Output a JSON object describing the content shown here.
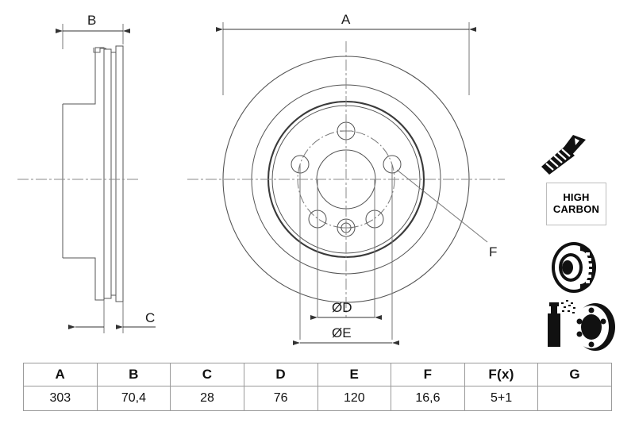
{
  "drawing": {
    "title_labels": {
      "a": "A",
      "b": "B",
      "c": "C",
      "f": "F",
      "d_dia": "ØD",
      "e_dia": "ØE"
    }
  },
  "icons": {
    "screw": "countersunk-screw-icon",
    "high_carbon": {
      "line1": "HIGH",
      "line2": "CARBON"
    },
    "vented_disc": "vented-brake-disc-icon",
    "coated_disc": "spray-coated-disc-icon"
  },
  "spec_table": {
    "headers": [
      "A",
      "B",
      "C",
      "D",
      "E",
      "F",
      "F(x)",
      "G"
    ],
    "values": [
      "303",
      "70,4",
      "28",
      "76",
      "120",
      "16,6",
      "5+1",
      ""
    ]
  },
  "colors": {
    "line": "#555555",
    "bold_line": "#3a3a3a",
    "center_line": "#8a8a8a",
    "table_border": "#9a9a9a",
    "text": "#111111"
  }
}
